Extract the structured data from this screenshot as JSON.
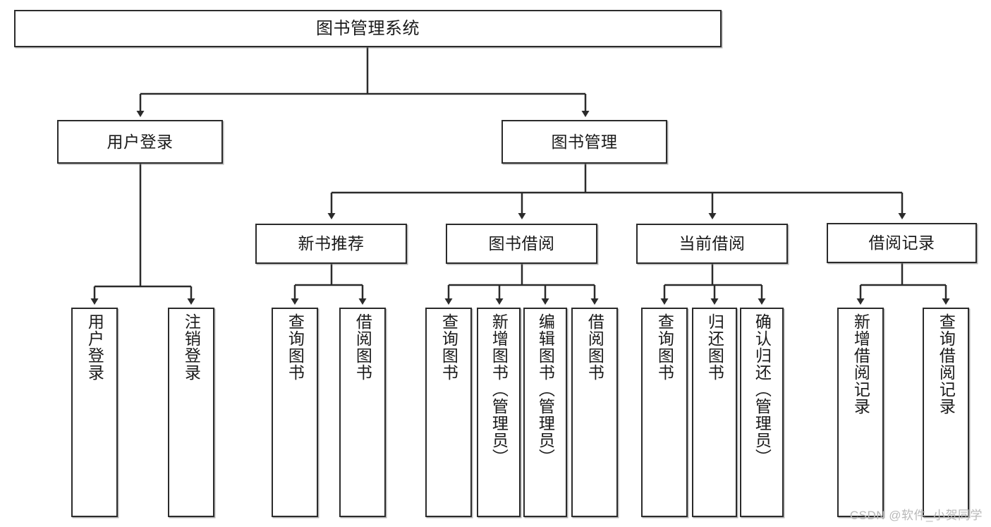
{
  "diagram": {
    "title": "图书管理系统",
    "watermark": "CSDN @软件_小贺同学",
    "line_color": "#2b2b2b",
    "box_border_color": "#2b2b2b",
    "box_fill_color": "#ffffff",
    "text_color": "#1a1a1a",
    "watermark_color": "#b8b8b8",
    "type": "tree",
    "levels": 4
  },
  "nodes": {
    "root": {
      "label": "图书管理系统"
    },
    "level2": [
      {
        "id": "user-login",
        "label": "用户登录"
      },
      {
        "id": "book-manage",
        "label": "图书管理"
      }
    ],
    "level3": [
      {
        "id": "new-book-recommend",
        "label": "新书推荐",
        "parent": "book-manage"
      },
      {
        "id": "book-borrow",
        "label": "图书借阅",
        "parent": "book-manage"
      },
      {
        "id": "current-borrow",
        "label": "当前借阅",
        "parent": "book-manage"
      },
      {
        "id": "borrow-record",
        "label": "借阅记录",
        "parent": "book-manage"
      }
    ],
    "leaves": [
      {
        "id": "leaf-user-login",
        "label": "用户登录",
        "parent": "user-login"
      },
      {
        "id": "leaf-logout",
        "label": "注销登录",
        "parent": "user-login"
      },
      {
        "id": "leaf-query-book-1",
        "label": "查询图书",
        "parent": "new-book-recommend"
      },
      {
        "id": "leaf-borrow-book-1",
        "label": "借阅图书",
        "parent": "new-book-recommend"
      },
      {
        "id": "leaf-query-book-2",
        "label": "查询图书",
        "parent": "book-borrow"
      },
      {
        "id": "leaf-add-book",
        "label": "新增图书（管理员）",
        "parent": "book-borrow"
      },
      {
        "id": "leaf-edit-book",
        "label": "编辑图书（管理员）",
        "parent": "book-borrow"
      },
      {
        "id": "leaf-borrow-book-2",
        "label": "借阅图书",
        "parent": "book-borrow"
      },
      {
        "id": "leaf-query-book-3",
        "label": "查询图书",
        "parent": "current-borrow"
      },
      {
        "id": "leaf-return-book",
        "label": "归还图书",
        "parent": "current-borrow"
      },
      {
        "id": "leaf-confirm-return",
        "label": "确认归还（管理员）",
        "parent": "current-borrow"
      },
      {
        "id": "leaf-add-record",
        "label": "新增借阅记录",
        "parent": "borrow-record"
      },
      {
        "id": "leaf-query-record",
        "label": "查询借阅记录",
        "parent": "borrow-record"
      }
    ]
  }
}
